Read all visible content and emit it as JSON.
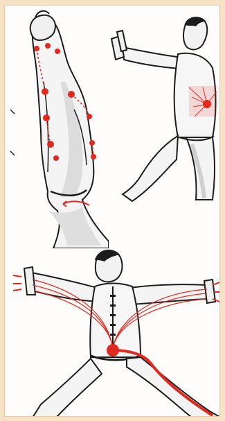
{
  "illustration": {
    "panels": [
      {
        "id": "a",
        "subject": "figure-side-view-with-energy-points"
      },
      {
        "id": "b",
        "subject": "figure-pushing-hands-forward"
      },
      {
        "id": "c",
        "subject": "figure-arms-outstretched-wide-stance"
      }
    ],
    "colors": {
      "background": "#f6e2c4",
      "paper": "#fffdfb",
      "ink": "#1c1c1c",
      "shade": "#d8d8d8",
      "energy": "#e0291f"
    }
  }
}
